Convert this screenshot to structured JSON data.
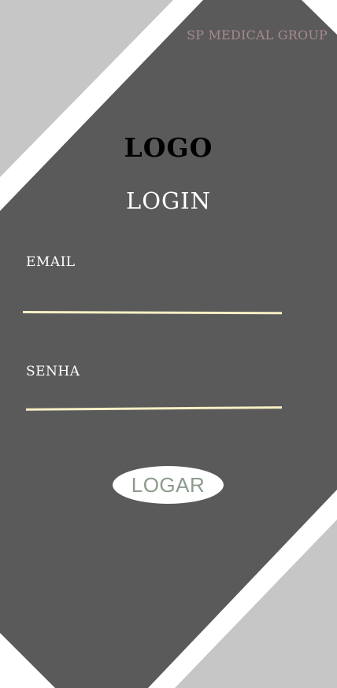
{
  "brand": {
    "name": "SP MEDICAL GROUP"
  },
  "header": {
    "logo_text": "LOGO",
    "title": "LOGIN"
  },
  "form": {
    "email_label": "EMAIL",
    "email_value": "",
    "password_label": "SENHA",
    "password_value": "",
    "submit_label": "LOGAR"
  },
  "colors": {
    "background": "#ffffff",
    "light_band": "#c6c6c6",
    "panel": "#5a5a5a",
    "brand_text": "#a88a8e",
    "underline": "#f5efc4",
    "button_bg": "#ffffff",
    "button_text": "#8c9a8c"
  }
}
